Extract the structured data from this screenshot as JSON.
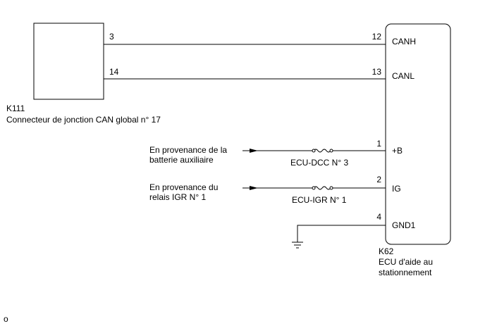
{
  "connector_k111": {
    "code": "K111",
    "name": "Connecteur de jonction CAN global n° 17",
    "pins": {
      "canh": "3",
      "canl": "14"
    }
  },
  "ecu_k62": {
    "code": "K62",
    "name_line1": "ECU d'aide au",
    "name_line2": "stationnement",
    "terminals": {
      "canh": "CANH",
      "canl": "CANL",
      "b": "+B",
      "ig": "IG",
      "gnd": "GND1"
    },
    "pins": {
      "canh": "12",
      "canl": "13",
      "b": "1",
      "ig": "2",
      "gnd": "4"
    }
  },
  "sources": {
    "battery_line1": "En provenance de la",
    "battery_line2": "batterie auxiliaire",
    "relay_line1": "En provenance du",
    "relay_line2": "relais IGR N° 1"
  },
  "fuses": {
    "dcc": "ECU-DCC N° 3",
    "igr": "ECU-IGR N° 1"
  },
  "footer_mark": "o"
}
